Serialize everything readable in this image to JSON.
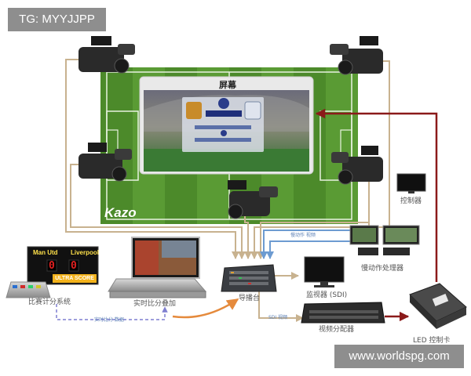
{
  "tag": "TG: MYYJJPP",
  "watermark": "www.worldspg.com",
  "screen_title": "屏幕",
  "brand": "Kazo",
  "scoreboard": {
    "home_team": "Man Utd",
    "away_team": "Liverpool",
    "home_score": "0",
    "away_score": "0",
    "product": "ULTRA SCORE"
  },
  "labels": {
    "scoring_system": "比赛计分系统",
    "score_overlay": "实时比分叠加",
    "switcher": "导播台",
    "monitor_sdi": "监视器 (SDI)",
    "replay": "慢动作处理器",
    "monitor_top": "控制器",
    "distributor": "视频分配器",
    "led_control": "LED 控制卡",
    "link_overlay": "实时比分 数据",
    "link_replay": "慢动作 视频",
    "link_sdi": "SDI 视频"
  },
  "colors": {
    "tan_line": "#c8b28f",
    "blue_line": "#6d9bd1",
    "dashed_line": "#7f7fd0",
    "red_line": "#8b1a1a",
    "orange_arrow": "#e58a3c",
    "pitch_light": "#5a9b34",
    "pitch_dark": "#4c8a2a"
  },
  "icons": [
    "camera-icon",
    "screen-icon",
    "scoreboard-icon",
    "server-icon",
    "switcher-icon",
    "monitor-icon",
    "replay-icon",
    "distributor-icon",
    "led-card-icon"
  ]
}
